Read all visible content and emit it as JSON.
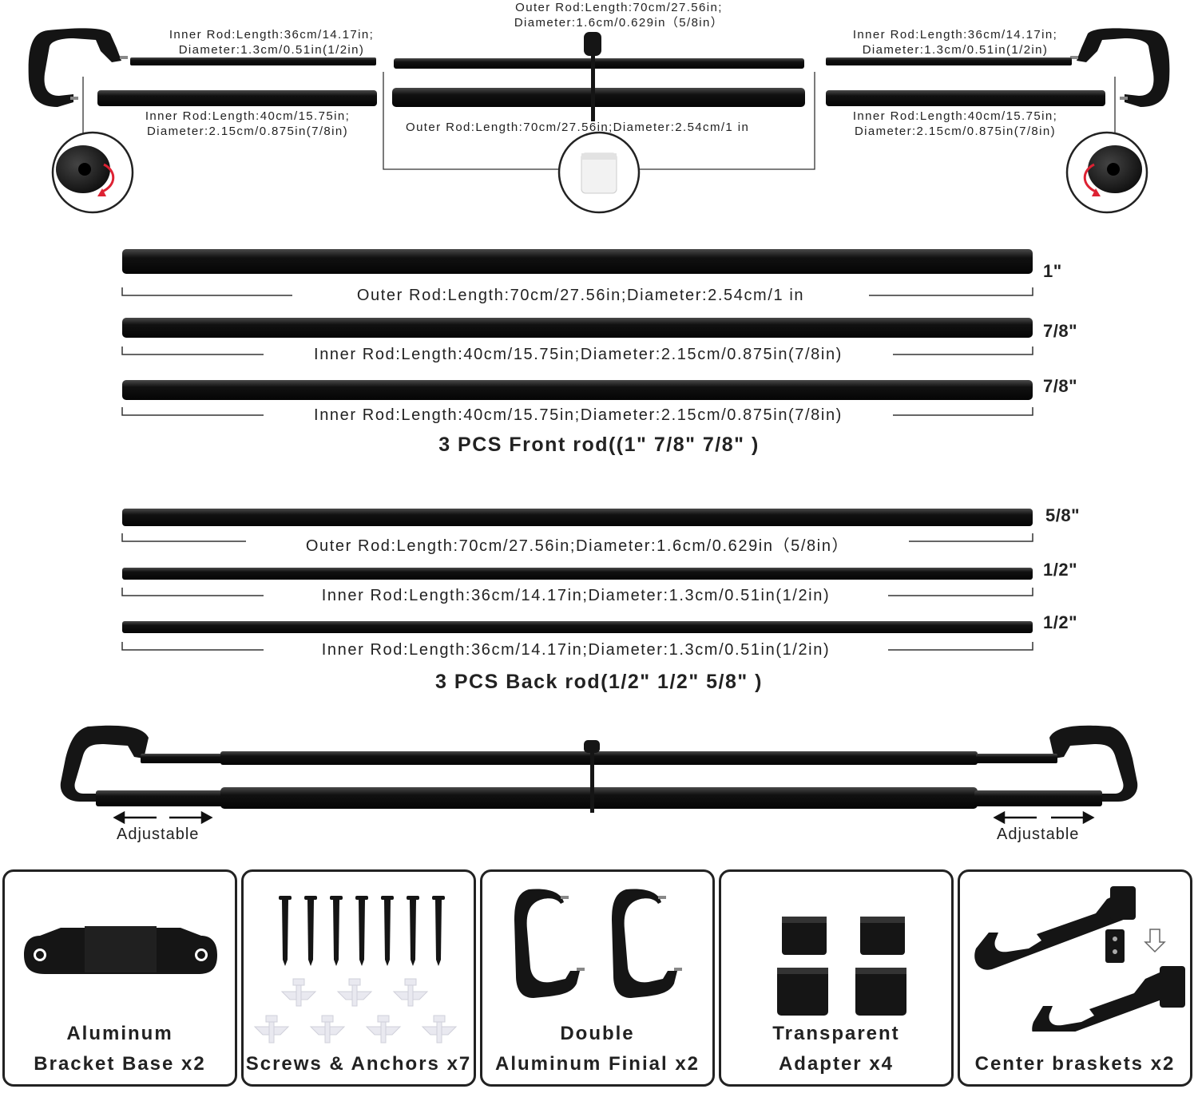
{
  "exploded_view": {
    "center_top_label_line1": "Outer Rod:Length:70cm/27.56in;",
    "center_top_label_line2": "Diameter:1.6cm/0.629in（5/8in）",
    "left_top_label_line1": "Inner Rod:Length:36cm/14.17in;",
    "left_top_label_line2": "Diameter:1.3cm/0.51in(1/2in)",
    "right_top_label_line1": "Inner Rod:Length:36cm/14.17in;",
    "right_top_label_line2": "Diameter:1.3cm/0.51in(1/2in)",
    "left_bottom_label_line1": "Inner Rod:Length:40cm/15.75in;",
    "left_bottom_label_line2": "Diameter:2.15cm/0.875in(7/8in)",
    "right_bottom_label_line1": "Inner Rod:Length:40cm/15.75in;",
    "right_bottom_label_line2": "Diameter:2.15cm/0.875in(7/8in)",
    "center_bottom_label": "Outer Rod:Length:70cm/27.56in;Diameter:2.54cm/1 in"
  },
  "front_rods": {
    "rods": [
      {
        "label": "Outer Rod:Length:70cm/27.56in;Diameter:2.54cm/1 in",
        "size": "1\""
      },
      {
        "label": "Inner Rod:Length:40cm/15.75in;Diameter:2.15cm/0.875in(7/8in)",
        "size": "7/8\""
      },
      {
        "label": "Inner Rod:Length:40cm/15.75in;Diameter:2.15cm/0.875in(7/8in)",
        "size": "7/8\""
      }
    ],
    "caption": "3 PCS Front rod((1\" 7/8\" 7/8\" )"
  },
  "back_rods": {
    "rods": [
      {
        "label": "Outer Rod:Length:70cm/27.56in;Diameter:1.6cm/0.629in（5/8in）",
        "size": "5/8\""
      },
      {
        "label": "Inner Rod:Length:36cm/14.17in;Diameter:1.3cm/0.51in(1/2in)",
        "size": "1/2\""
      },
      {
        "label": "Inner Rod:Length:36cm/14.17in;Diameter:1.3cm/0.51in(1/2in)",
        "size": "1/2\""
      }
    ],
    "caption": "3 PCS Back rod(1/2\" 1/2\" 5/8\" )"
  },
  "assembled": {
    "left_label": "Adjustable",
    "right_label": "Adjustable"
  },
  "parts": [
    {
      "line1": "Aluminum",
      "line2": "Bracket Base x2",
      "icon": "bracket-base-icon"
    },
    {
      "line1": "",
      "line2": "Screws & Anchors x7",
      "icon": "screws-anchors-icon"
    },
    {
      "line1": "Double",
      "line2": "Aluminum Finial x2",
      "icon": "finial-icon"
    },
    {
      "line1": "Transparent",
      "line2": "Adapter x4",
      "icon": "adapter-icon"
    },
    {
      "line1": "",
      "line2": "Center braskets x2",
      "icon": "center-bracket-icon"
    }
  ],
  "colors": {
    "rod": "#1b1b1b",
    "text": "#222222",
    "size_label": "#1c2a44"
  }
}
